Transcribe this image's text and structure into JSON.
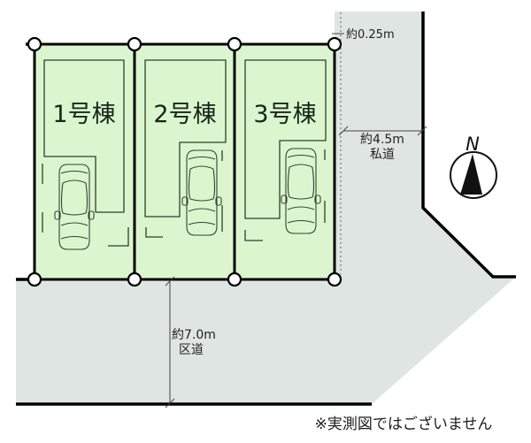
{
  "plots": [
    {
      "label": "1号棟"
    },
    {
      "label": "2号棟"
    },
    {
      "label": "3号棟"
    }
  ],
  "annotations": {
    "offset_label": "約0.25m",
    "side_road": {
      "width_label": "約4.5m",
      "type_label": "私道"
    },
    "front_road": {
      "width_label": "約7.0m",
      "type_label": "区道"
    }
  },
  "compass": {
    "north_label": "N"
  },
  "footnote": "※実測図ではございません",
  "colors": {
    "plot_fill": "#dbf6ce",
    "road_fill": "#dfe5e2",
    "border_line": "#000000",
    "building_line": "#2f3f2c"
  }
}
